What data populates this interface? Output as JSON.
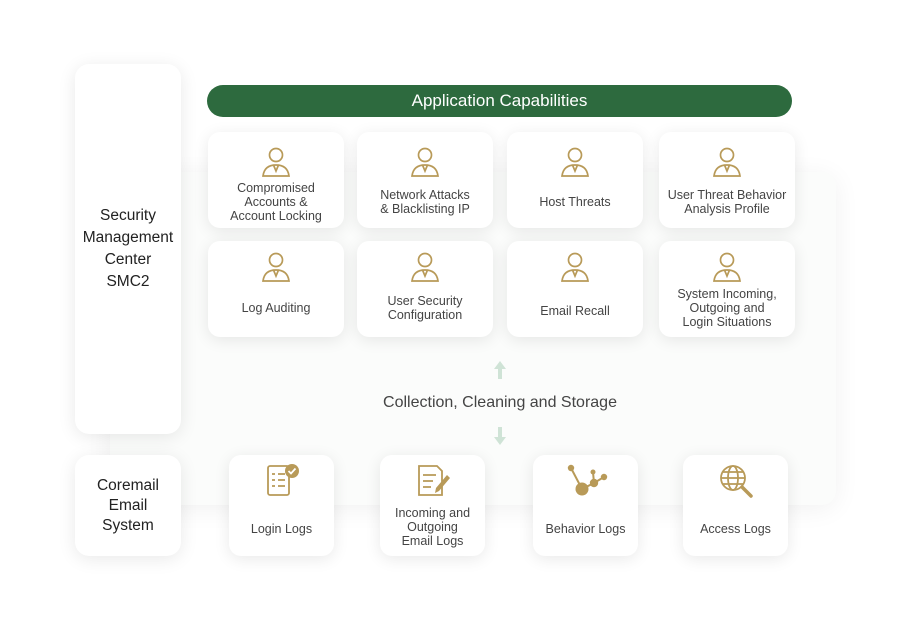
{
  "colors": {
    "accent": "#2d6a3e",
    "icon_gold": "#b89a58",
    "arrow": "#cfe3d6"
  },
  "header": {
    "title": "Application Capabilities"
  },
  "side": {
    "smc": "Security\nManagement\nCenter\nSMC2",
    "coremail": "Coremail\nEmail\nSystem"
  },
  "capabilities": [
    {
      "label": "Compromised\nAccounts &\nAccount Locking",
      "icon": "user-icon"
    },
    {
      "label": "Network Attacks\n& Blacklisting IP",
      "icon": "user-icon"
    },
    {
      "label": "Host Threats",
      "icon": "user-icon"
    },
    {
      "label": "User Threat Behavior\nAnalysis Profile",
      "icon": "user-icon"
    },
    {
      "label": "Log Auditing",
      "icon": "user-icon"
    },
    {
      "label": "User Security\nConfiguration",
      "icon": "user-icon"
    },
    {
      "label": "Email Recall",
      "icon": "user-icon"
    },
    {
      "label": "System Incoming,\nOutgoing and\nLogin Situations",
      "icon": "user-icon"
    }
  ],
  "middle": {
    "label": "Collection, Cleaning and Storage"
  },
  "logs": [
    {
      "label": "Login Logs",
      "icon": "checklist-icon"
    },
    {
      "label": "Incoming and\nOutgoing\nEmail Logs",
      "icon": "document-edit-icon"
    },
    {
      "label": "Behavior Logs",
      "icon": "network-nodes-icon"
    },
    {
      "label": "Access Logs",
      "icon": "globe-search-icon"
    }
  ]
}
